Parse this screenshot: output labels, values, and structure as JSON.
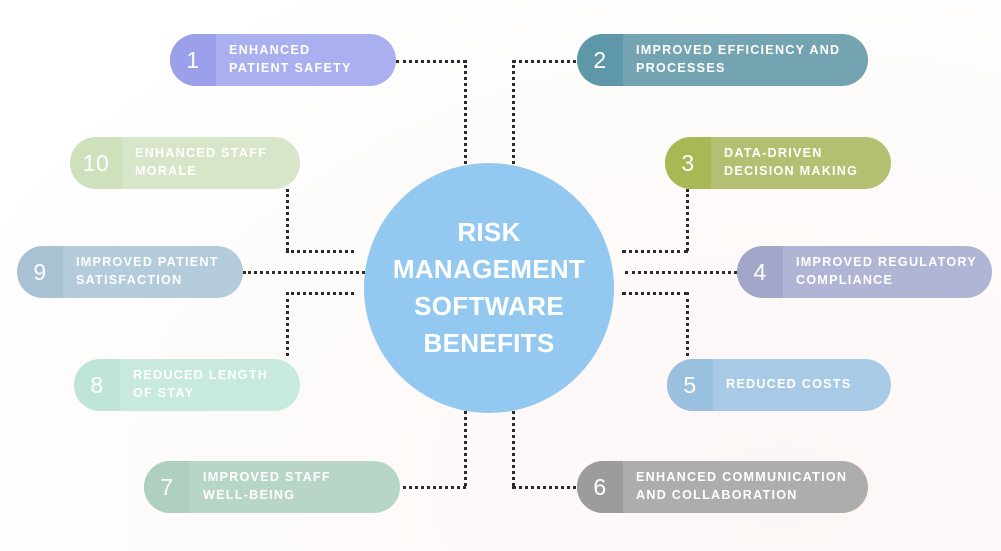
{
  "diagram": {
    "center": {
      "title": "RISK\nMANAGEMENT\nSOFTWARE\nBENEFITS",
      "color": "#93c9f0"
    },
    "background_color": "#fdf9f8",
    "connector_color": "#2b2b2b",
    "items": [
      {
        "number": "1",
        "label": "ENHANCED\nPATIENT SAFETY",
        "badge_color": "#9ba0ea",
        "body_color": "#aab0ef",
        "text_color": "#ffffff"
      },
      {
        "number": "2",
        "label": "IMPROVED EFFICIENCY AND\nPROCESSES",
        "badge_color": "#5e98a8",
        "body_color": "#74a4b1",
        "text_color": "#ffffff"
      },
      {
        "number": "3",
        "label": "DATA-DRIVEN\nDECISION MAKING",
        "badge_color": "#a8b855",
        "body_color": "#b3c072",
        "text_color": "#ffffff"
      },
      {
        "number": "4",
        "label": "IMPROVED REGULATORY\nCOMPLIANCE",
        "badge_color": "#a2a7c9",
        "body_color": "#b0b5d6",
        "text_color": "#ffffff"
      },
      {
        "number": "5",
        "label": "REDUCED COSTS",
        "badge_color": "#9ac0e0",
        "body_color": "#a9cae6",
        "text_color": "#ffffff"
      },
      {
        "number": "6",
        "label": "ENHANCED COMMUNICATION\nAND COLLABORATION",
        "badge_color": "#9c9c9c",
        "body_color": "#adadad",
        "text_color": "#ffffff"
      },
      {
        "number": "7",
        "label": "IMPROVED STAFF\nWELL-BEING",
        "badge_color": "#afd0bf",
        "body_color": "#b8d6c6",
        "text_color": "#ffffff"
      },
      {
        "number": "8",
        "label": "REDUCED LENGTH\nOF STAY",
        "badge_color": "#bfe5d9",
        "body_color": "#c7e9de",
        "text_color": "#ffffff"
      },
      {
        "number": "9",
        "label": "IMPROVED PATIENT\nSATISFACTION",
        "badge_color": "#a8c2d3",
        "body_color": "#b3cbda",
        "text_color": "#ffffff"
      },
      {
        "number": "10",
        "label": "ENHANCED STAFF\nMORALE",
        "badge_color": "#cfe0bd",
        "body_color": "#d7e5c8",
        "text_color": "#ffffff"
      }
    ]
  }
}
